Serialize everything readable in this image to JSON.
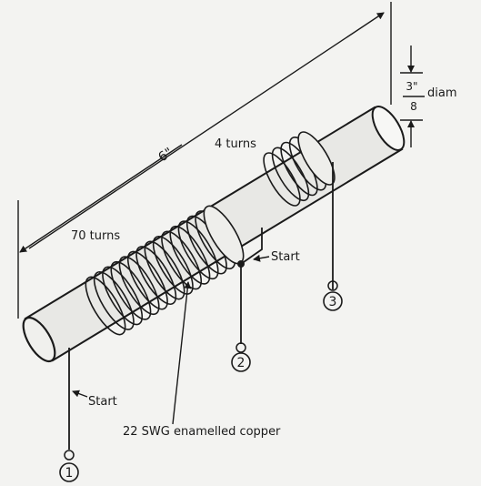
{
  "labels": {
    "length": "6\"",
    "diameter_num": "3\"",
    "diameter_den": "8",
    "diameter_word": "diam",
    "turns_small": "4 turns",
    "turns_large": "70 turns",
    "start_upper": "Start",
    "start_lower": "Start",
    "wire_spec": "22 SWG enamelled copper"
  },
  "terminals": [
    "1",
    "2",
    "3"
  ],
  "colors": {
    "ink": "#1a1a1a",
    "paper": "#f3f3f1",
    "rod_shade": "#d9d9d6"
  }
}
